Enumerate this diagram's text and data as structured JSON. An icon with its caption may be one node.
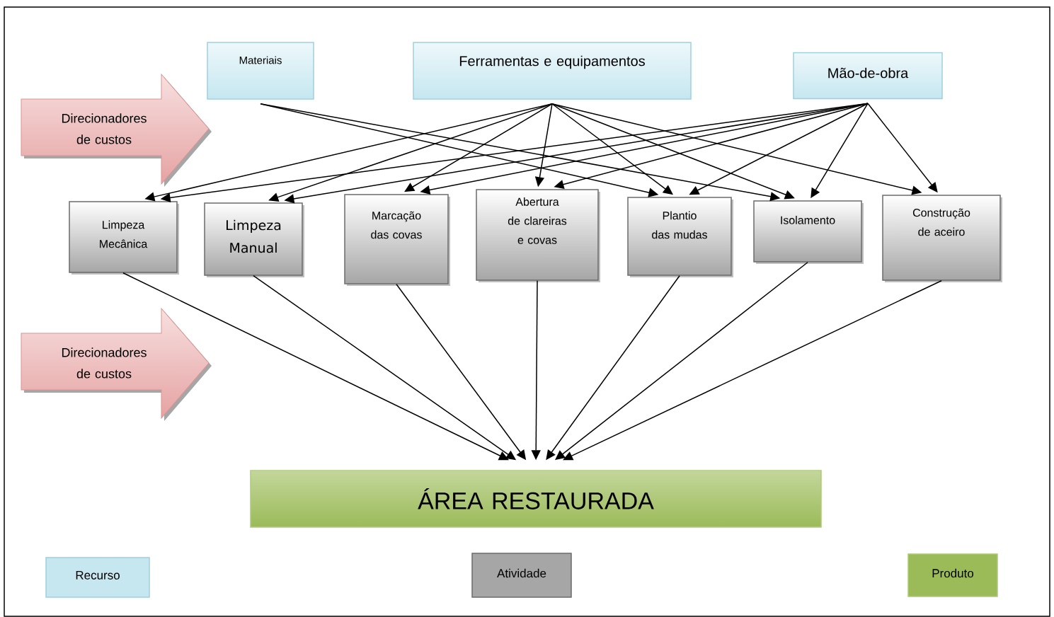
{
  "diagram": {
    "nodes": [
      {
        "text": [
          "Materiais"
        ]
      },
      {
        "text": [
          "Ferramentas e equipamentos"
        ]
      },
      {
        "text": [
          "Mão-de-obra"
        ]
      },
      {
        "text": [
          "Direcionadores de custos"
        ]
      },
      {
        "text": [
          "Limpeza Mecânica"
        ]
      },
      {
        "text": [
          "Limpeza Manual"
        ]
      },
      {
        "text": [
          "Marcação das covas"
        ]
      },
      {
        "text": [
          "Abertura de clareiras e covas"
        ]
      },
      {
        "text": [
          "Plantio das mudas"
        ]
      },
      {
        "text": [
          "Isolamento"
        ]
      },
      {
        "text": [
          "Construção de aceiro"
        ]
      },
      {
        "text": [
          "Direcionadores de custos"
        ]
      },
      {
        "text": [
          "ÁREA RESTAURADA"
        ]
      }
    ],
    "edges": [
      {
        "from": 0,
        "to": 8,
        "arrow": "to"
      },
      {
        "from": 0,
        "to": 9,
        "arrow": "to"
      },
      {
        "from": 1,
        "to": 4,
        "arrow": "to"
      },
      {
        "from": 1,
        "to": 5,
        "arrow": "to"
      },
      {
        "from": 1,
        "to": 6,
        "arrow": "to"
      },
      {
        "from": 1,
        "to": 7,
        "arrow": "to"
      },
      {
        "from": 1,
        "to": 8,
        "arrow": "to"
      },
      {
        "from": 1,
        "to": 9,
        "arrow": "to"
      },
      {
        "from": 1,
        "to": 10,
        "arrow": "to"
      },
      {
        "from": 2,
        "to": 4,
        "arrow": "to"
      },
      {
        "from": 2,
        "to": 5,
        "arrow": "to"
      },
      {
        "from": 2,
        "to": 6,
        "arrow": "to"
      },
      {
        "from": 2,
        "to": 7,
        "arrow": "to"
      },
      {
        "from": 2,
        "to": 8,
        "arrow": "to"
      },
      {
        "from": 2,
        "to": 9,
        "arrow": "to"
      },
      {
        "from": 2,
        "to": 10,
        "arrow": "to"
      },
      {
        "from": 4,
        "to": 12,
        "arrow": "to"
      },
      {
        "from": 5,
        "to": 12,
        "arrow": "to"
      },
      {
        "from": 6,
        "to": 12,
        "arrow": "to"
      },
      {
        "from": 7,
        "to": 12,
        "arrow": "to"
      },
      {
        "from": 8,
        "to": 12,
        "arrow": "to"
      },
      {
        "from": 9,
        "to": 12,
        "arrow": "to"
      },
      {
        "from": 10,
        "to": 12,
        "arrow": "to"
      }
    ],
    "legend": [
      {
        "text": "Recurso",
        "color": "#c6e7f0"
      },
      {
        "text": "Atividade",
        "color": "#a6a6a6"
      },
      {
        "text": "Produto",
        "color": "#9bbb59"
      }
    ]
  }
}
